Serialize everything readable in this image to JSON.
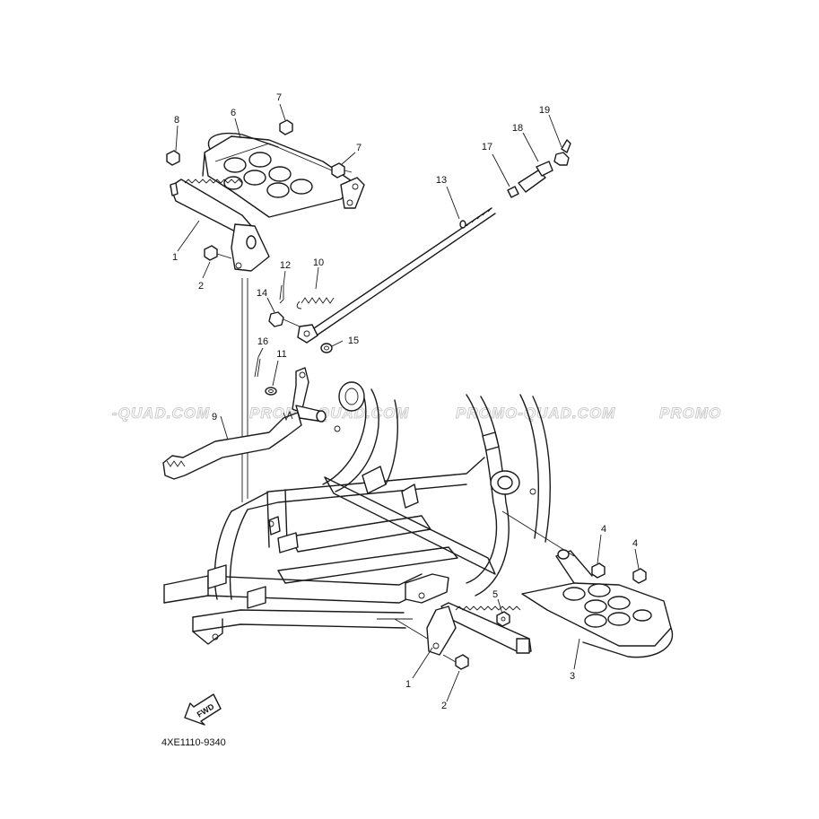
{
  "diagram": {
    "part_code": "4XE1110-9340",
    "fwd_label": "FWD",
    "watermarks": [
      "-QUAD.COM",
      "PROMO-QUAD.COM",
      "PROMO-QUAD.COM",
      "PROMO"
    ],
    "callouts": [
      {
        "id": "c1a",
        "label": "1"
      },
      {
        "id": "c2a",
        "label": "2"
      },
      {
        "id": "c6",
        "label": "6"
      },
      {
        "id": "c7a",
        "label": "7"
      },
      {
        "id": "c7b",
        "label": "7"
      },
      {
        "id": "c8",
        "label": "8"
      },
      {
        "id": "c9",
        "label": "9"
      },
      {
        "id": "c10",
        "label": "10"
      },
      {
        "id": "c11",
        "label": "11"
      },
      {
        "id": "c12",
        "label": "12"
      },
      {
        "id": "c13",
        "label": "13"
      },
      {
        "id": "c14",
        "label": "14"
      },
      {
        "id": "c15",
        "label": "15"
      },
      {
        "id": "c16",
        "label": "16"
      },
      {
        "id": "c17",
        "label": "17"
      },
      {
        "id": "c18",
        "label": "18"
      },
      {
        "id": "c19",
        "label": "19"
      },
      {
        "id": "c4a",
        "label": "4"
      },
      {
        "id": "c4b",
        "label": "4"
      },
      {
        "id": "c5",
        "label": "5"
      },
      {
        "id": "c1b",
        "label": "1"
      },
      {
        "id": "c2b",
        "label": "2"
      },
      {
        "id": "c3",
        "label": "3"
      }
    ]
  }
}
